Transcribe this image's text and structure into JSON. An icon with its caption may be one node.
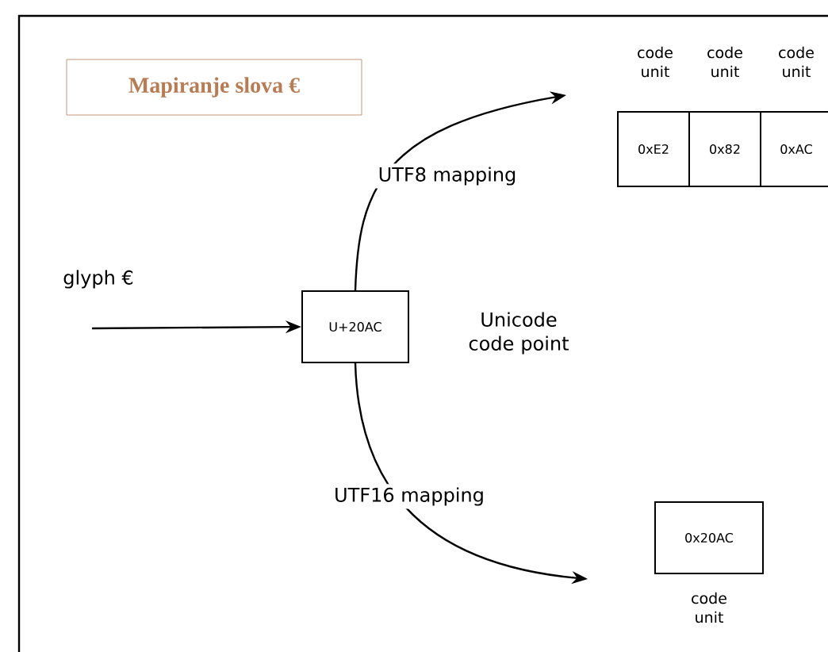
{
  "diagram": {
    "nodes": [
      {
        "text": [
          "Mapiranje slova €"
        ]
      },
      {
        "text": [
          "glyph €"
        ]
      },
      {
        "text": [
          "U+20AC"
        ],
        "beside": [
          "Unicode code point"
        ]
      },
      {
        "text": [
          "0xE2"
        ],
        "beside": [
          "code unit"
        ]
      },
      {
        "text": [
          "0x82"
        ],
        "beside": [
          "code unit"
        ]
      },
      {
        "text": [
          "0xAC"
        ],
        "beside": [
          "code unit"
        ]
      },
      {
        "text": [
          "0x20AC"
        ],
        "beside": [
          "code unit"
        ]
      }
    ],
    "edges": [
      {
        "from": 1,
        "to": 2,
        "arrow": "to"
      },
      {
        "from": 2,
        "to": 3,
        "arrow": "to",
        "label": "UTF8 mapping"
      },
      {
        "from": 2,
        "to": 6,
        "arrow": "to",
        "label": "UTF16 mapping"
      }
    ]
  }
}
